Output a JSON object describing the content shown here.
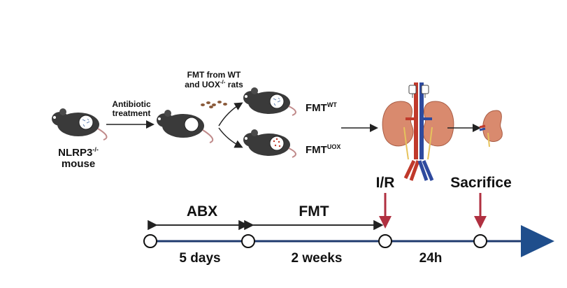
{
  "top": {
    "mouse_label_line1": "NLRP3",
    "mouse_label_sup": "-/-",
    "mouse_label_line2": "mouse",
    "antibiotic_line1": "Antibiotic",
    "antibiotic_line2": "treatment",
    "fmt_source_line1": "FMT from WT",
    "fmt_source_line2_pre": "and UOX",
    "fmt_source_line2_sup": "-/-",
    "fmt_source_line2_post": " rats",
    "group1_base": "FMT",
    "group1_sup": "WT",
    "group2_base": "FMT",
    "group2_sup": "UOX"
  },
  "timeline": {
    "phase1": "ABX",
    "phase2": "FMT",
    "event1": "I/R",
    "event2": "Sacrifice",
    "dur1": "5 days",
    "dur2": "2 weeks",
    "dur3": "24h"
  },
  "colors": {
    "timeline_line": "#1f3a6e",
    "arrowhead": "#1f4e8c",
    "event_arrow": "#b03040",
    "mouse_body": "#3a3a3a",
    "kidney": "#d98a6e",
    "artery": "#c0392b",
    "vein": "#2e4a9e"
  }
}
